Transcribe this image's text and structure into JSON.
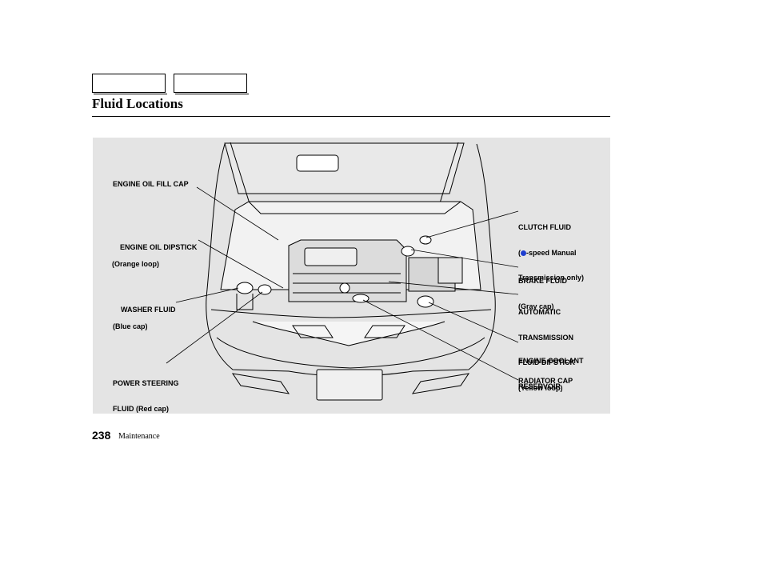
{
  "header": {
    "title": "Fluid Locations"
  },
  "labels": {
    "engine_oil_fill_cap": "ENGINE OIL FILL CAP",
    "engine_oil_dipstick": "ENGINE OIL DIPSTICK",
    "engine_oil_dipstick_sub": "(Orange loop)",
    "washer_fluid": "WASHER FLUID",
    "washer_fluid_sub": "(Blue cap)",
    "power_steering_line1": "POWER STEERING",
    "power_steering_line2": "FLUID (Red cap)",
    "clutch_fluid": "CLUTCH FLUID",
    "clutch_fluid_sub_open": "(",
    "clutch_fluid_sub_rest": "-speed Manual",
    "clutch_fluid_sub2": "Transmission only)",
    "brake_fluid": "BRAKE FLUID",
    "brake_fluid_sub": "(Gray cap)",
    "atf_line1": "AUTOMATIC",
    "atf_line2": "TRANSMISSION",
    "atf_line3": "FLUID DIPSTICK",
    "atf_sub": "(Yellow loop)",
    "coolant_line1": "ENGINE COOLANT",
    "coolant_line2": "RESERVOIR",
    "radiator_cap": "RADIATOR CAP"
  },
  "footer": {
    "page_number": "238",
    "section": "Maintenance"
  },
  "colors": {
    "figure_background": "#e4e4e4",
    "highlight_dot": "#1f3fd0"
  }
}
